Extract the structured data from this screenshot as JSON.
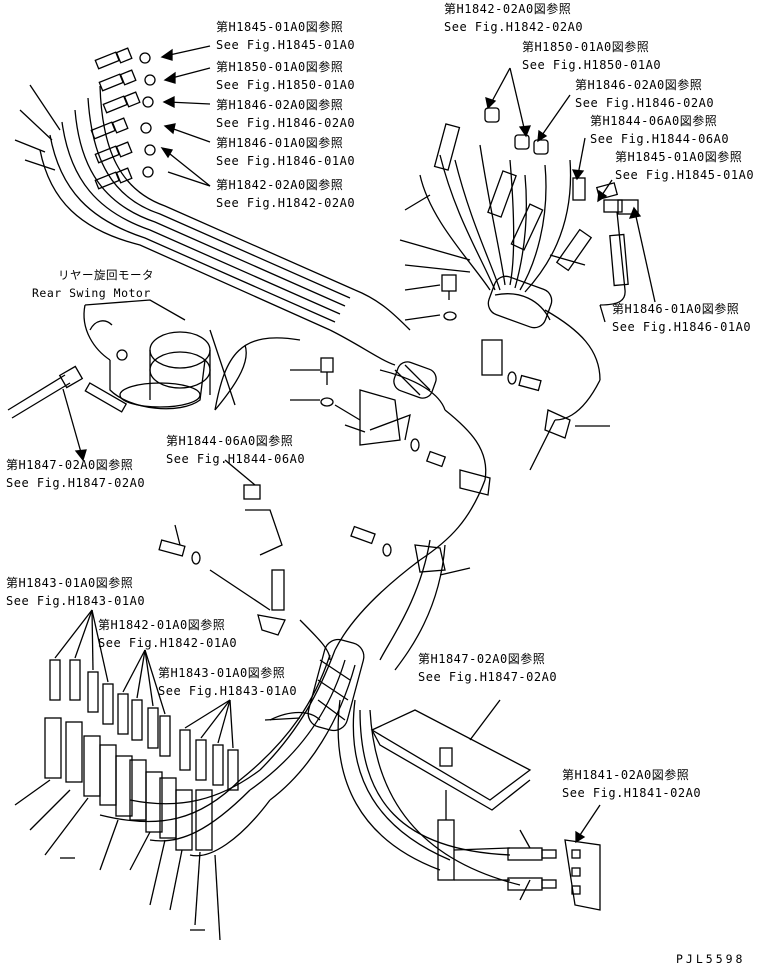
{
  "refs": [
    {
      "jp": "第H1845-01A0図参照",
      "en": "See Fig.H1845-01A0"
    },
    {
      "jp": "第H1850-01A0図参照",
      "en": "See Fig.H1850-01A0"
    },
    {
      "jp": "第H1846-02A0図参照",
      "en": "See Fig.H1846-02A0"
    },
    {
      "jp": "第H1846-01A0図参照",
      "en": "See Fig.H1846-01A0"
    },
    {
      "jp": "第H1842-02A0図参照",
      "en": "See Fig.H1842-02A0"
    },
    {
      "jp": "第H1842-02A0図参照",
      "en": "See Fig.H1842-02A0"
    },
    {
      "jp": "第H1850-01A0図参照",
      "en": "See Fig.H1850-01A0"
    },
    {
      "jp": "第H1846-02A0図参照",
      "en": "See Fig.H1846-02A0"
    },
    {
      "jp": "第H1844-06A0図参照",
      "en": "See Fig.H1844-06A0"
    },
    {
      "jp": "第H1845-01A0図参照",
      "en": "See Fig.H1845-01A0"
    },
    {
      "jp": "第H1846-01A0図参照",
      "en": "See Fig.H1846-01A0"
    },
    {
      "jp": "第H1844-06A0図参照",
      "en": "See Fig.H1844-06A0"
    },
    {
      "jp": "第H1847-02A0図参照",
      "en": "See Fig.H1847-02A0"
    },
    {
      "jp": "第H1843-01A0図参照",
      "en": "See Fig.H1843-01A0"
    },
    {
      "jp": "第H1842-01A0図参照",
      "en": "See Fig.H1842-01A0"
    },
    {
      "jp": "第H1843-01A0図参照",
      "en": "See Fig.H1843-01A0"
    },
    {
      "jp": "第H1847-02A0図参照",
      "en": "See Fig.H1847-02A0"
    },
    {
      "jp": "第H1841-02A0図参照",
      "en": "See Fig.H1841-02A0"
    }
  ],
  "motor_label": {
    "jp": "リヤー旋回モータ",
    "en": "Rear Swing Motor"
  },
  "drawing_code": "PJL5598"
}
